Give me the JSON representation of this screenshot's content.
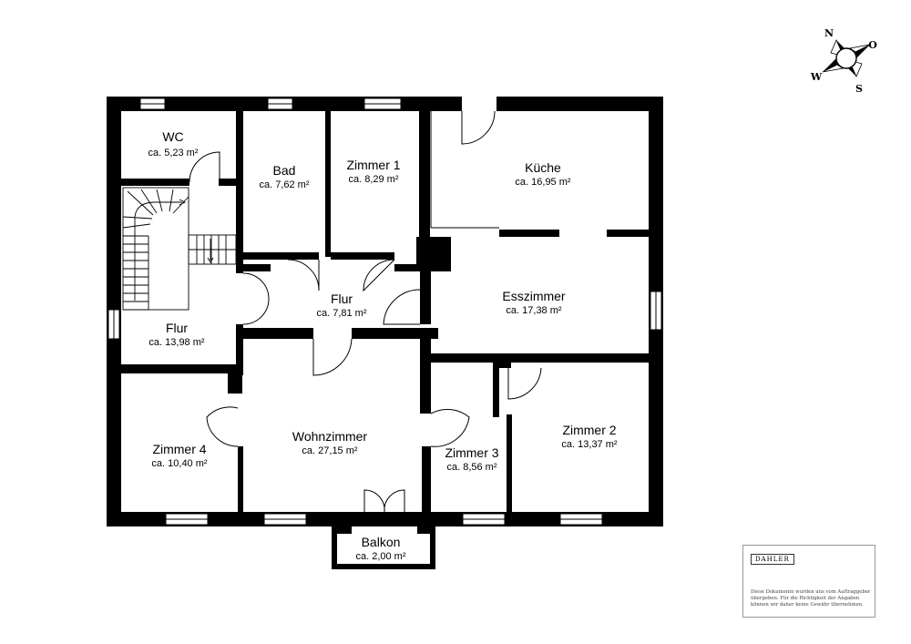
{
  "rooms": [
    {
      "id": "wc",
      "name": "WC",
      "area": "ca. 5,23 m²"
    },
    {
      "id": "bad",
      "name": "Bad",
      "area": "ca. 7,62 m²"
    },
    {
      "id": "zimmer1",
      "name": "Zimmer 1",
      "area": "ca. 8,29 m²"
    },
    {
      "id": "kueche",
      "name": "Küche",
      "area": "ca. 16,95 m²"
    },
    {
      "id": "flur-mitte",
      "name": "Flur",
      "area": "ca. 7,81 m²"
    },
    {
      "id": "esszimmer",
      "name": "Esszimmer",
      "area": "ca. 17,38 m²"
    },
    {
      "id": "flur-links",
      "name": "Flur",
      "area": "ca. 13,98 m²"
    },
    {
      "id": "zimmer4",
      "name": "Zimmer 4",
      "area": "ca. 10,40 m²"
    },
    {
      "id": "wohnzimmer",
      "name": "Wohnzimmer",
      "area": "ca. 27,15 m²"
    },
    {
      "id": "zimmer3",
      "name": "Zimmer 3",
      "area": "ca. 8,56 m²"
    },
    {
      "id": "zimmer2",
      "name": "Zimmer 2",
      "area": "ca. 13,37 m²"
    },
    {
      "id": "balkon",
      "name": "Balkon",
      "area": "ca. 2,00 m²"
    }
  ],
  "compass": {
    "n": "N",
    "o": "O",
    "s": "S",
    "w": "W"
  },
  "info_box": {
    "logo": "DAHLER",
    "disclaimer": "Diese Dokumente wurden uns vom Auftraggeber übergeben. Für die Richtigkeit der Angaben können wir daher keine Gewähr übernehmen."
  },
  "colors": {
    "wall": "#000000",
    "background": "#ffffff"
  }
}
